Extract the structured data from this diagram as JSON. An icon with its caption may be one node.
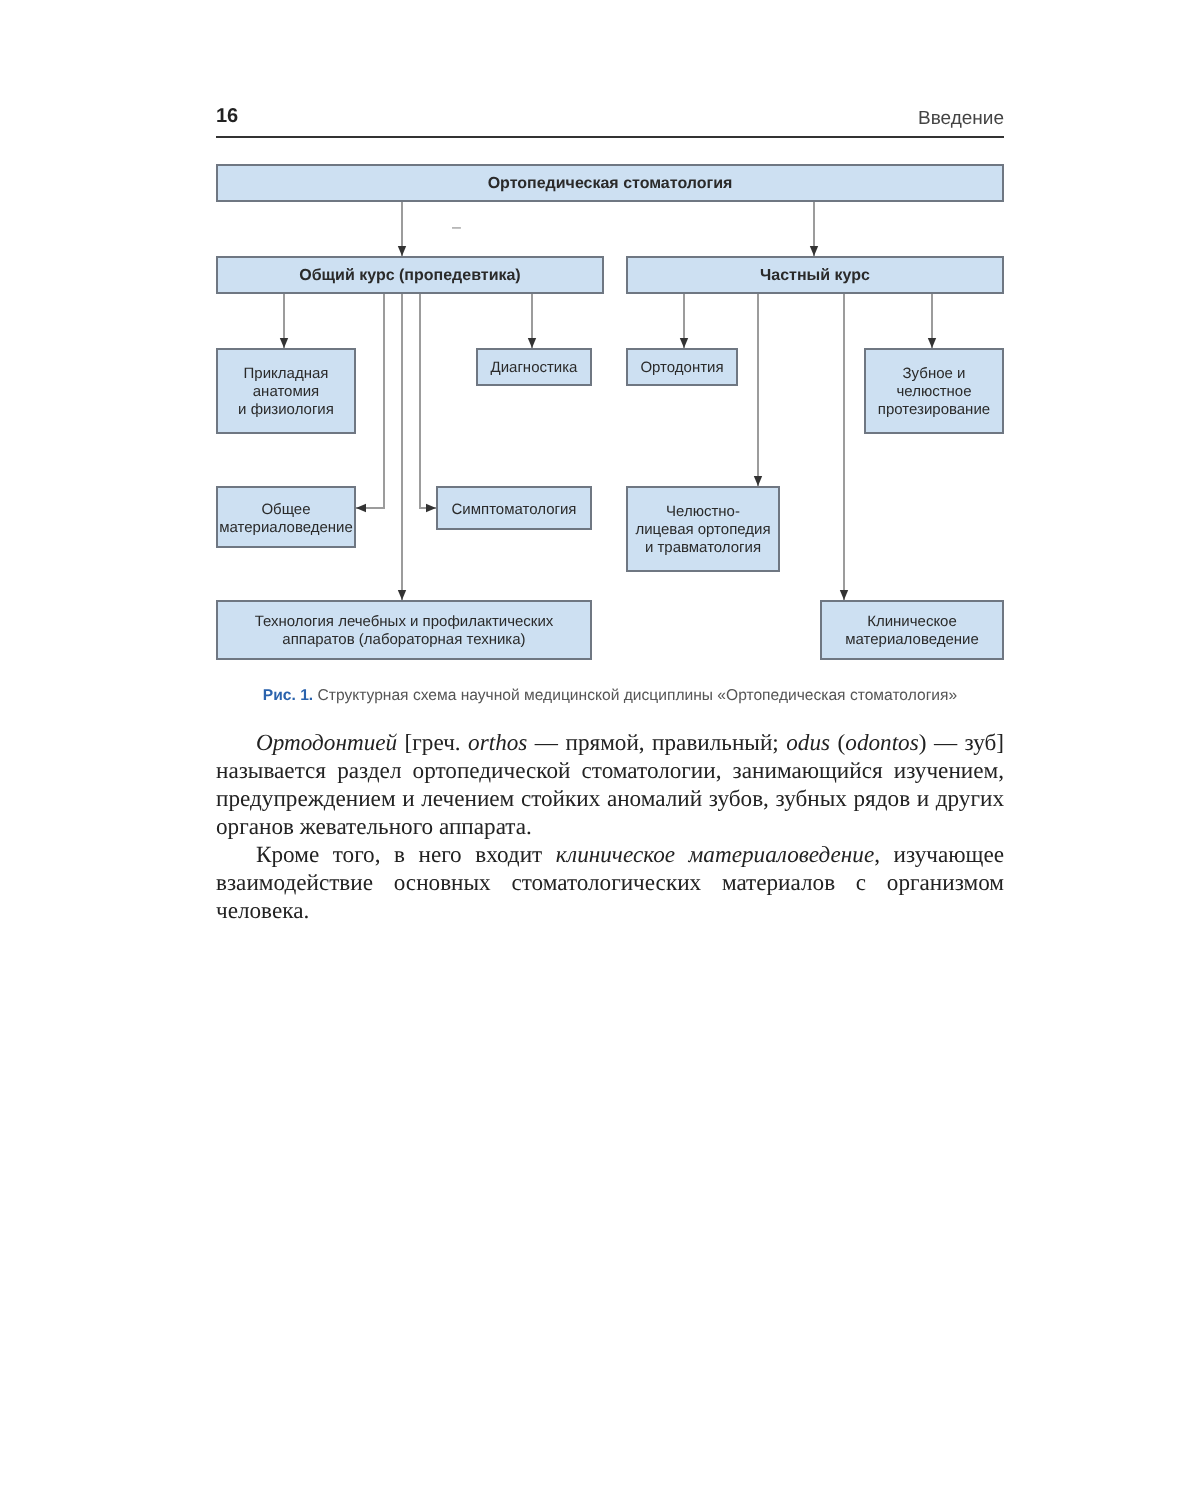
{
  "diagram": {
    "caption": "**Рис. 1.** Структурная схема научной медицинской дисциплины «Ортопедическая стоматология»",
    "nodes": [
      {
        "text": [
          "Ортопедическая стоматология"
        ]
      },
      {
        "text": [
          "Общий курс (пропедевтика)"
        ]
      },
      {
        "text": [
          "Частный курс"
        ]
      },
      {
        "text": [
          "Прикладная анатомия и физиология"
        ]
      },
      {
        "text": [
          "Диагностика"
        ]
      },
      {
        "text": [
          "Ортодонтия"
        ]
      },
      {
        "text": [
          "Зубное и челюстное протезирование"
        ]
      },
      {
        "text": [
          "Общее материаловедение"
        ]
      },
      {
        "text": [
          "Симптоматология"
        ]
      },
      {
        "text": [
          "Челюстно-лицевая ортопедия и травматология"
        ]
      },
      {
        "text": [
          "Технология лечебных и профилактических аппаратов (лабораторная техника)"
        ]
      },
      {
        "text": [
          "Клиническое материаловедение"
        ]
      }
    ],
    "edges": [
      {
        "from": 0,
        "to": 1,
        "arrow": "to"
      },
      {
        "from": 0,
        "to": 2,
        "arrow": "to"
      },
      {
        "from": 1,
        "to": 3,
        "arrow": "to"
      },
      {
        "from": 1,
        "to": 4,
        "arrow": "to"
      },
      {
        "from": 2,
        "to": 5,
        "arrow": "to"
      },
      {
        "from": 2,
        "to": 6,
        "arrow": "to"
      },
      {
        "from": 1,
        "to": 7,
        "arrow": "to"
      },
      {
        "from": 1,
        "to": 8,
        "arrow": "to"
      },
      {
        "from": 2,
        "to": 9,
        "arrow": "to"
      },
      {
        "from": 1,
        "to": 10,
        "arrow": "to"
      },
      {
        "from": 2,
        "to": 11,
        "arrow": "to"
      }
    ],
    "labels": [
      "16",
      "Введение",
      "–",
      "*Ортодонтией* [греч. *orthos* — прямой, правильный; *odus* (*odontos*) — зуб] называется раздел ортопедической стоматологии, занимающийся изучением, предупреждением и лечением стойких аномалий зубов, зубных рядов и других органов жевательного аппарата.",
      "Кроме того, в него входит *клиническое материаловедение*, изучающее взаимодействие основных стоматологических материалов с организмом человека."
    ]
  }
}
